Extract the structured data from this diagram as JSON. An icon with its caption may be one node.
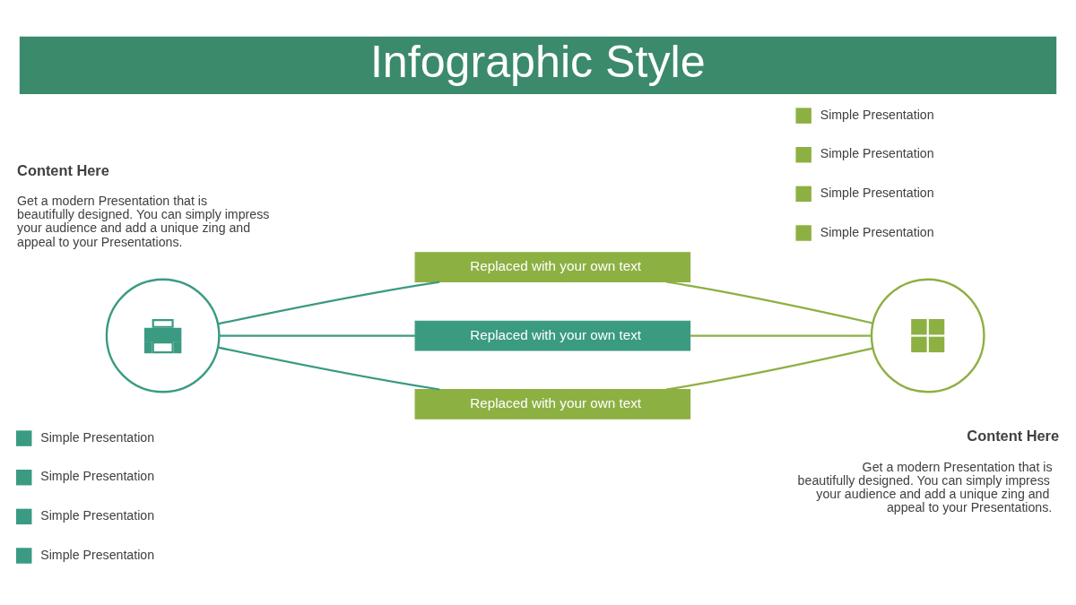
{
  "diagram": {
    "title": "Infographic Style",
    "nodes": [
      {
        "text": [],
        "shape": "circle"
      },
      {
        "text": [
          "Replaced with your own text"
        ]
      },
      {
        "text": [
          "Replaced with your own text"
        ]
      },
      {
        "text": [
          "Replaced with your own text"
        ]
      },
      {
        "text": [],
        "shape": "circle"
      }
    ],
    "edges": [
      {
        "from": 0,
        "to": 1,
        "arrow": "none",
        "color": "#3a9a82"
      },
      {
        "from": 0,
        "to": 2,
        "arrow": "none",
        "color": "#3a9a82"
      },
      {
        "from": 0,
        "to": 3,
        "arrow": "none",
        "color": "#3a9a82"
      },
      {
        "from": 1,
        "to": 4,
        "arrow": "none",
        "color": "#8db043"
      },
      {
        "from": 2,
        "to": 4,
        "arrow": "none",
        "color": "#8db043"
      },
      {
        "from": 3,
        "to": 4,
        "arrow": "none",
        "color": "#8db043"
      }
    ],
    "labels": [
      "Content Here",
      "Get a modern Presentation that is beautifully designed. You can simply impress your audience and add a unique zing and appeal to your Presentations.",
      "Simple Presentation",
      "Simple Presentation",
      "Simple Presentation",
      "Simple Presentation",
      "Simple Presentation",
      "Simple Presentation",
      "Simple Presentation",
      "Simple Presentation",
      "Content Here",
      "Get a modern Presentation that is beautifully designed. You can simply impress your audience and add a unique zing and appeal to your Presentations."
    ]
  }
}
